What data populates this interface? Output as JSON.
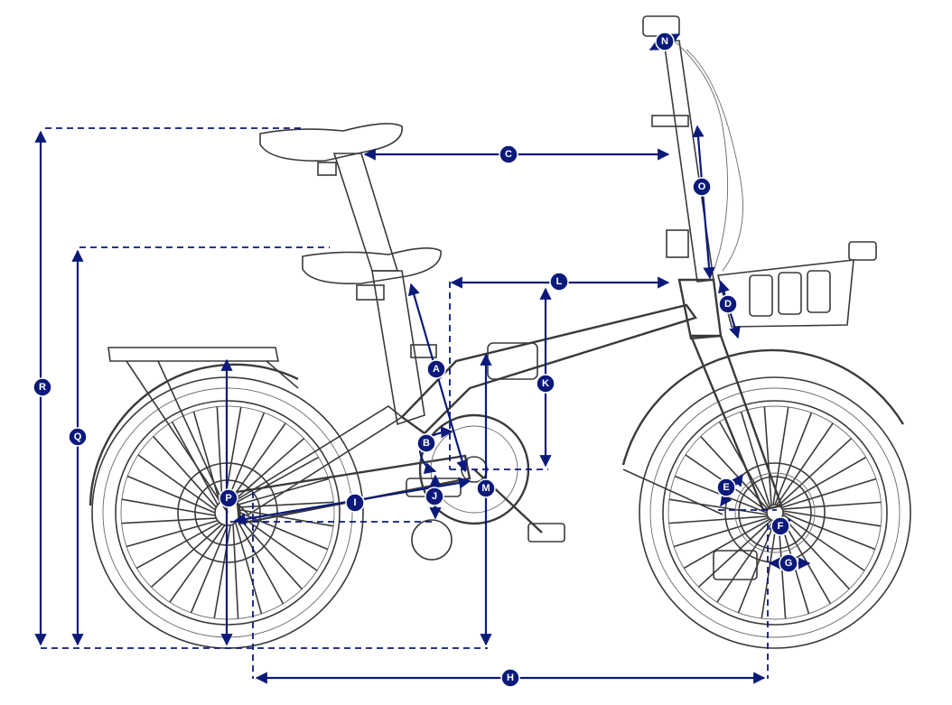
{
  "colors": {
    "dimension": "#0b1a7a",
    "line_art": "#3a3a3a",
    "background": "#ffffff"
  },
  "labels": {
    "A": "A",
    "B": "B",
    "C": "C",
    "D": "D",
    "E": "E",
    "F": "F",
    "G": "G",
    "H": "H",
    "I": "I",
    "J": "J",
    "K": "K",
    "L": "L",
    "M": "M",
    "N": "N",
    "O": "O",
    "P": "P",
    "Q": "Q",
    "R": "R"
  }
}
